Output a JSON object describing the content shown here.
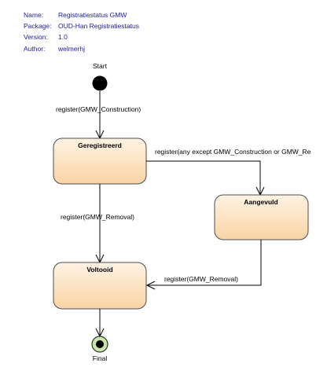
{
  "diagram": {
    "metadata": {
      "name_label": "Name:",
      "name_value": "Registratiestatus GMW",
      "package_label": "Package:",
      "package_value": "OUD-Han Registratiestatus",
      "version_label": "Version:",
      "version_value": "1.0",
      "author_label": "Author:",
      "author_value": "welmerhj"
    },
    "nodes": {
      "start": {
        "label": "Start"
      },
      "geregistreerd": {
        "label": "Geregistreerd"
      },
      "aangevuld": {
        "label": "Aangevuld"
      },
      "voltooid": {
        "label": "Voltooid"
      },
      "final": {
        "label": "Final"
      }
    },
    "transitions": {
      "start_to_geregistreerd": "register(GMW_Construction)",
      "geregistreerd_to_aangevuld": "register(any except GMW_Construction or GMW_Re",
      "geregistreerd_to_voltooid": "register(GMW_Removal)",
      "aangevuld_to_voltooid": "register(GMW_Removal)"
    },
    "colors": {
      "state_fill_top": "#fff3e4",
      "state_fill_bottom": "#f9d4a4",
      "state_stroke": "#4d4d4d",
      "metadata_text": "#1a1aa6",
      "final_fill": "#c8e6a8"
    }
  }
}
